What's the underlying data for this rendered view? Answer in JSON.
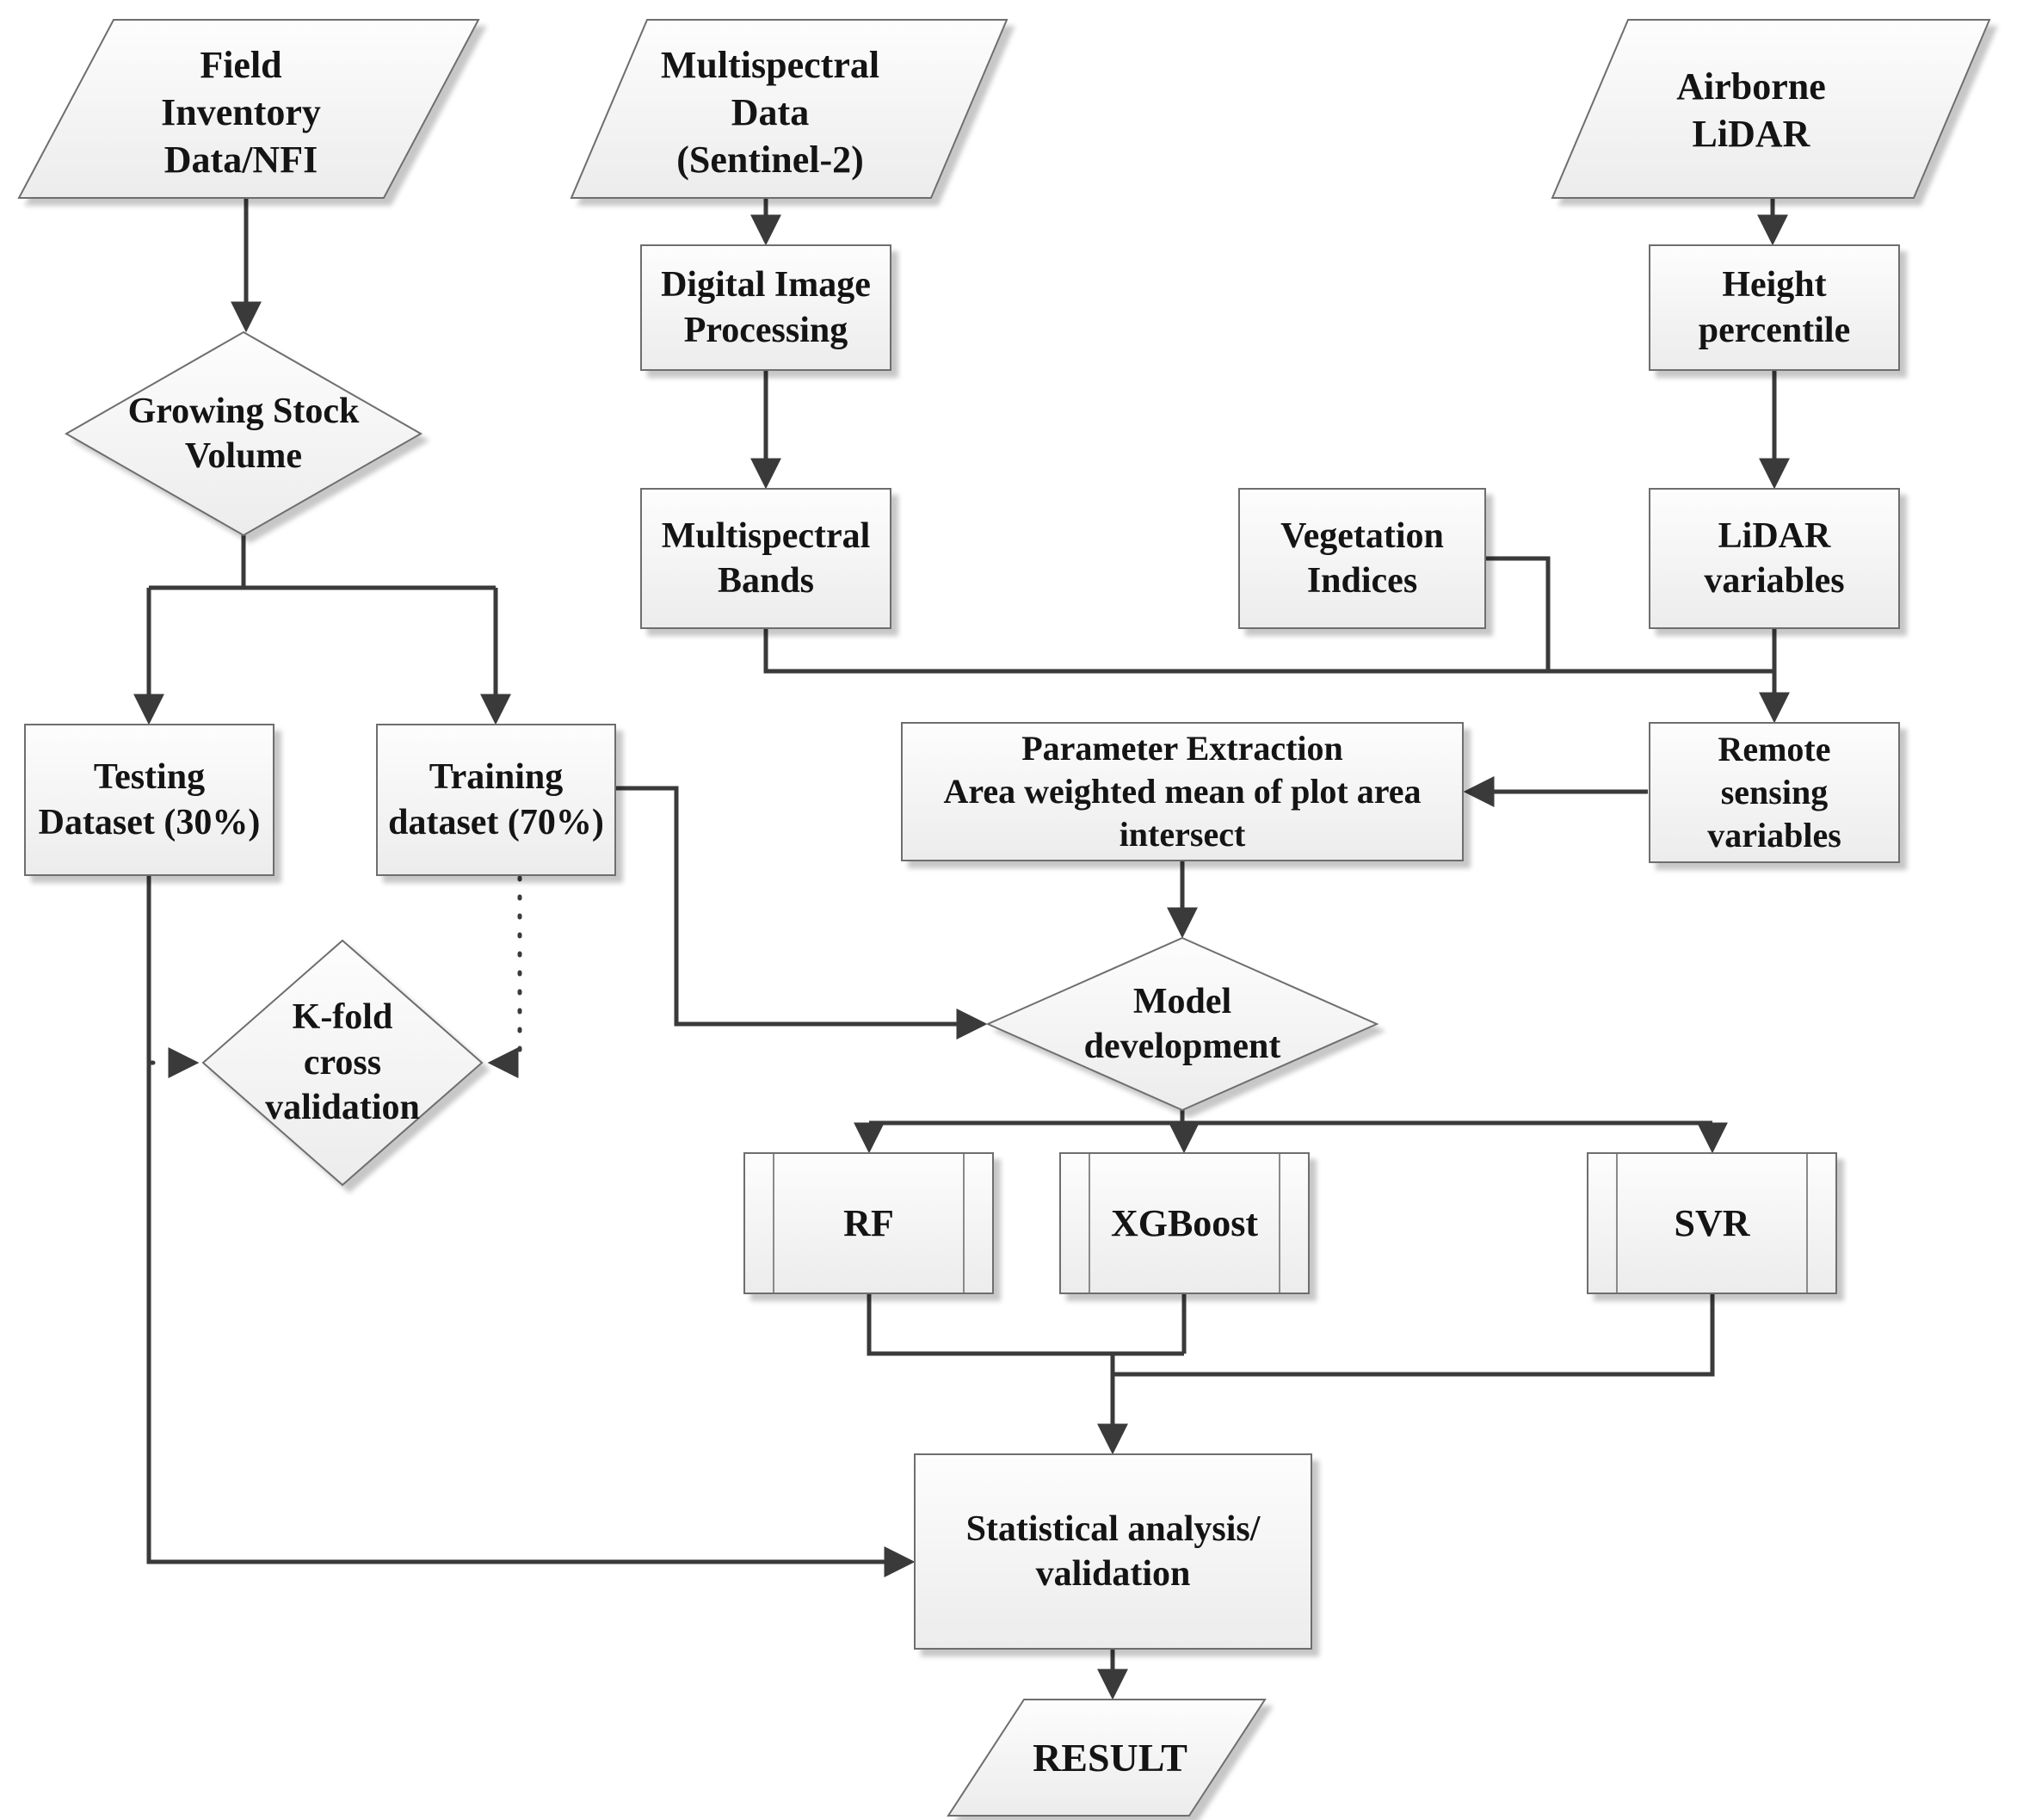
{
  "diagram": {
    "type": "flowchart",
    "background": "#ffffff",
    "colors": {
      "node_fill_top": "#fdfdfd",
      "node_fill_bottom": "#ececec",
      "node_border": "#6e6e6e",
      "connector": "#3a3a3a",
      "text": "#141414"
    },
    "nodes": {
      "field_inventory": {
        "shape": "parallelogram",
        "label": "Field\nInventory\nData/NFI"
      },
      "multispectral_data": {
        "shape": "parallelogram",
        "label": "Multispectral\nData\n(Sentinel-2)"
      },
      "airborne_lidar": {
        "shape": "parallelogram",
        "label": "Airborne\nLiDAR"
      },
      "growing_stock_volume": {
        "shape": "diamond",
        "label": "Growing Stock\nVolume"
      },
      "digital_image_processing": {
        "shape": "process",
        "label": "Digital Image\nProcessing"
      },
      "height_percentile": {
        "shape": "process",
        "label": "Height\npercentile"
      },
      "multispectral_bands": {
        "shape": "process",
        "label": "Multispectral\nBands"
      },
      "vegetation_indices": {
        "shape": "process",
        "label": "Vegetation\nIndices"
      },
      "lidar_variables": {
        "shape": "process",
        "label": "LiDAR\nvariables"
      },
      "remote_sensing_variables": {
        "shape": "process",
        "label": "Remote\nsensing\nvariables"
      },
      "parameter_extraction": {
        "shape": "process",
        "label": "Parameter Extraction\nArea weighted mean of plot area\nintersect"
      },
      "testing_dataset": {
        "shape": "process",
        "label": "Testing\nDataset (30%)"
      },
      "training_dataset": {
        "shape": "process",
        "label": "Training\ndataset (70%)"
      },
      "kfold_cross_validation": {
        "shape": "diamond",
        "label": "K-fold\ncross\nvalidation"
      },
      "model_development": {
        "shape": "diamond",
        "label": "Model\ndevelopment"
      },
      "rf": {
        "shape": "predefined-process",
        "label": "RF"
      },
      "xgboost": {
        "shape": "predefined-process",
        "label": "XGBoost"
      },
      "svr": {
        "shape": "predefined-process",
        "label": "SVR"
      },
      "statistical_analysis": {
        "shape": "process",
        "label": "Statistical analysis/\nvalidation"
      },
      "result": {
        "shape": "parallelogram",
        "label": "RESULT"
      }
    },
    "edges": [
      {
        "from": "field_inventory",
        "to": "growing_stock_volume",
        "style": "solid"
      },
      {
        "from": "growing_stock_volume",
        "to": "testing_dataset",
        "style": "solid"
      },
      {
        "from": "growing_stock_volume",
        "to": "training_dataset",
        "style": "solid"
      },
      {
        "from": "multispectral_data",
        "to": "digital_image_processing",
        "style": "solid"
      },
      {
        "from": "digital_image_processing",
        "to": "multispectral_bands",
        "style": "solid"
      },
      {
        "from": "airborne_lidar",
        "to": "height_percentile",
        "style": "solid"
      },
      {
        "from": "height_percentile",
        "to": "lidar_variables",
        "style": "solid"
      },
      {
        "from": "multispectral_bands",
        "to": "remote_sensing_variables",
        "style": "solid"
      },
      {
        "from": "vegetation_indices",
        "to": "remote_sensing_variables",
        "style": "solid"
      },
      {
        "from": "lidar_variables",
        "to": "remote_sensing_variables",
        "style": "solid"
      },
      {
        "from": "remote_sensing_variables",
        "to": "parameter_extraction",
        "style": "solid"
      },
      {
        "from": "parameter_extraction",
        "to": "model_development",
        "style": "solid"
      },
      {
        "from": "training_dataset",
        "to": "model_development",
        "style": "solid"
      },
      {
        "from": "testing_dataset",
        "to": "kfold_cross_validation",
        "style": "dotted"
      },
      {
        "from": "training_dataset",
        "to": "kfold_cross_validation",
        "style": "dotted"
      },
      {
        "from": "model_development",
        "to": "rf",
        "style": "solid"
      },
      {
        "from": "model_development",
        "to": "xgboost",
        "style": "solid"
      },
      {
        "from": "model_development",
        "to": "svr",
        "style": "solid"
      },
      {
        "from": "rf",
        "to": "statistical_analysis",
        "style": "solid"
      },
      {
        "from": "xgboost",
        "to": "statistical_analysis",
        "style": "solid"
      },
      {
        "from": "svr",
        "to": "statistical_analysis",
        "style": "solid"
      },
      {
        "from": "testing_dataset",
        "to": "statistical_analysis",
        "style": "solid"
      },
      {
        "from": "statistical_analysis",
        "to": "result",
        "style": "solid"
      }
    ]
  }
}
